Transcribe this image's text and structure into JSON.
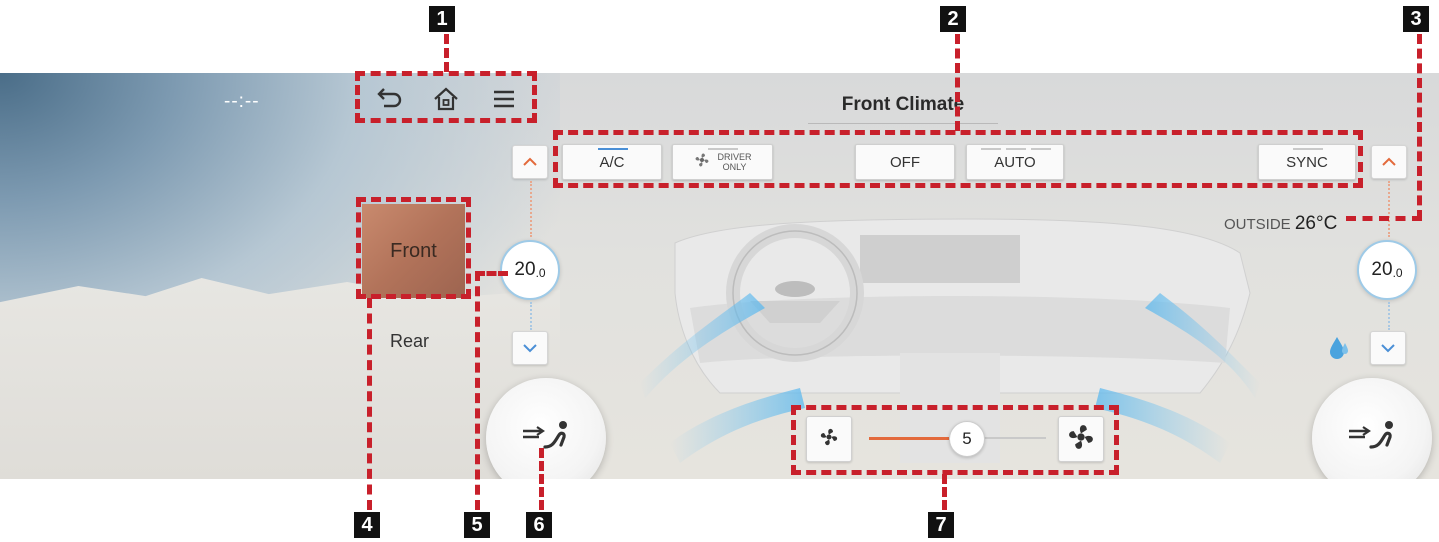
{
  "status": {
    "clock": "--:--"
  },
  "nav": {
    "back": "back-icon",
    "home": "home-icon",
    "menu": "menu-icon"
  },
  "header": {
    "title": "Front Climate"
  },
  "controls": {
    "ac": "A/C",
    "driver_only": {
      "line1": "DRIVER",
      "line2": "ONLY"
    },
    "off": "OFF",
    "auto": "AUTO",
    "sync": "SYNC"
  },
  "left_temp": {
    "value": "20",
    "decimal": ".0"
  },
  "right_temp": {
    "value": "20",
    "decimal": ".0"
  },
  "outside": {
    "label": "OUTSIDE",
    "value": "26°C"
  },
  "zones": {
    "front": "Front",
    "rear": "Rear"
  },
  "fan": {
    "speed": "5",
    "level": 5,
    "max_level": 8
  },
  "callouts": [
    "1",
    "2",
    "3",
    "4",
    "5",
    "6",
    "7"
  ],
  "colors": {
    "accent": "#e36a3c",
    "blue": "#4a8fd6",
    "callout": "#c8202b"
  }
}
